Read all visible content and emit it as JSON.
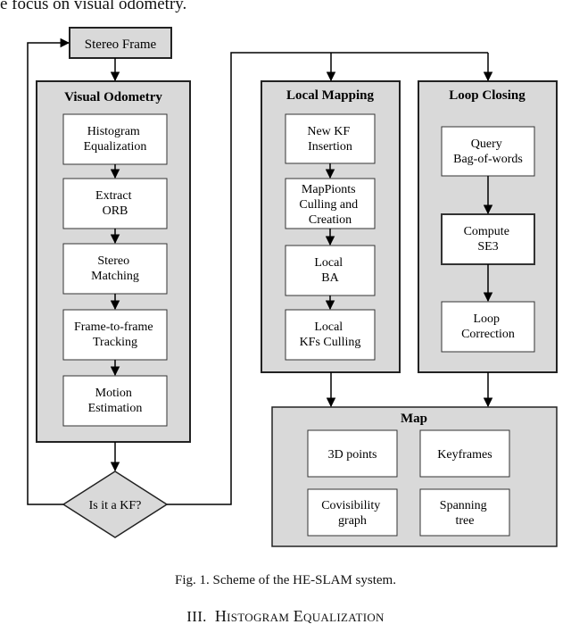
{
  "top_text": "e focus on visual odometry.",
  "nodes": {
    "stereo_frame": "Stereo Frame",
    "visual_odometry_title": "Visual Odometry",
    "histogram_eq": [
      "Histogram",
      "Equalization"
    ],
    "extract_orb": [
      "Extract",
      "ORB"
    ],
    "stereo_matching": [
      "Stereo",
      "Matching"
    ],
    "frame_tracking": [
      "Frame-to-frame",
      "Tracking"
    ],
    "motion_estimation": [
      "Motion",
      "Estimation"
    ],
    "is_kf": "Is it a KF?",
    "local_mapping_title": "Local Mapping",
    "new_kf": [
      "New KF",
      "Insertion"
    ],
    "mappoints": [
      "MapPionts",
      "Culling and",
      "Creation"
    ],
    "local_ba": [
      "Local",
      "BA"
    ],
    "local_kfs": [
      "Local",
      "KFs Culling"
    ],
    "loop_closing_title": "Loop Closing",
    "query_bow": [
      "Query",
      "Bag-of-words"
    ],
    "compute_se3": [
      "Compute",
      "SE3"
    ],
    "loop_correction": [
      "Loop",
      "Correction"
    ],
    "map_title": "Map",
    "points_3d": "3D points",
    "keyframes": "Keyframes",
    "covisibility": [
      "Covisibility",
      "graph"
    ],
    "spanning_tree": [
      "Spanning",
      "tree"
    ]
  },
  "caption": "Fig. 1. Scheme of the HE-SLAM system.",
  "section": {
    "number": "III.",
    "w1_initial": "H",
    "w1_rest": "ISTOGRAM",
    "w2_initial": "E",
    "w2_rest": "QUALIZATION"
  }
}
